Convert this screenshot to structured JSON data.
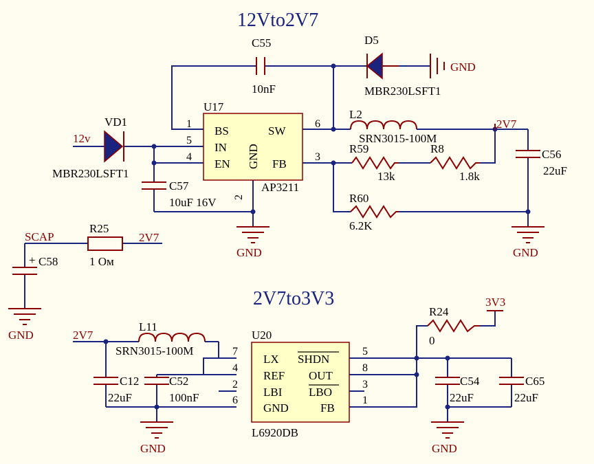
{
  "titles": {
    "buck": "12Vto2V7",
    "boost": "2V7to3V3"
  },
  "nets": {
    "in12v": "12v",
    "v2v7_top": "2V7",
    "scap": "SCAP",
    "v2v7_r25": "2V7",
    "v2v7_l11": "2V7",
    "v3v3": "3V3",
    "gnd_d5": "GND",
    "gnd_u17": "GND",
    "gnd_r60": "GND",
    "gnd_c58": "GND",
    "gnd_c12": "GND",
    "gnd_c54": "GND"
  },
  "u17": {
    "ref": "U17",
    "part": "AP3211",
    "pins": {
      "BS": "BS",
      "IN": "IN",
      "EN": "EN",
      "SW": "SW",
      "FB": "FB",
      "GND": "GND"
    },
    "pin_numbers": {
      "bs": "1",
      "in": "5",
      "en": "4",
      "sw": "6",
      "fb": "3",
      "gnd": "2"
    }
  },
  "u20": {
    "ref": "U20",
    "part": "L6920DB",
    "pins": {
      "LX": "LX",
      "REF": "REF",
      "LBI": "LBI",
      "GND": "GND",
      "SHDN": "SHDN",
      "OUT": "OUT",
      "LBO": "LBO",
      "FB": "FB"
    },
    "pin_numbers": {
      "lx": "7",
      "ref": "4",
      "lbi": "2",
      "gnd": "6",
      "shdn": "5",
      "out": "8",
      "lbo": "3",
      "fb": "1"
    }
  },
  "components": {
    "c55": {
      "ref": "C55",
      "value": "10nF"
    },
    "d5": {
      "ref": "D5",
      "value": "MBR230LSFT1"
    },
    "vd1": {
      "ref": "VD1",
      "value": "MBR230LSFT1"
    },
    "l2": {
      "ref": "L2",
      "value": "SRN3015-100M"
    },
    "r59": {
      "ref": "R59",
      "value": "13k"
    },
    "r8": {
      "ref": "R8",
      "value": "1.8k"
    },
    "c56": {
      "ref": "C56",
      "value": "22uF"
    },
    "c57": {
      "ref": "C57",
      "value": "10uF 16V"
    },
    "r60": {
      "ref": "R60",
      "value": "6.2K"
    },
    "r25": {
      "ref": "R25",
      "value": "1 Ом"
    },
    "c58": {
      "ref": "C58"
    },
    "r24": {
      "ref": "R24",
      "value": "0"
    },
    "l11": {
      "ref": "L11",
      "value": "SRN3015-100M"
    },
    "c12": {
      "ref": "C12",
      "value": "22uF"
    },
    "c52": {
      "ref": "C52",
      "value": "100nF"
    },
    "c54": {
      "ref": "C54",
      "value": "22uF"
    },
    "c65": {
      "ref": "C65",
      "value": "22uF"
    }
  },
  "colors": {
    "wire": "#1a237e",
    "component": "#8b0000",
    "ic_fill": "#ffffc8",
    "background": "#fffcf0",
    "text": "#000000"
  }
}
